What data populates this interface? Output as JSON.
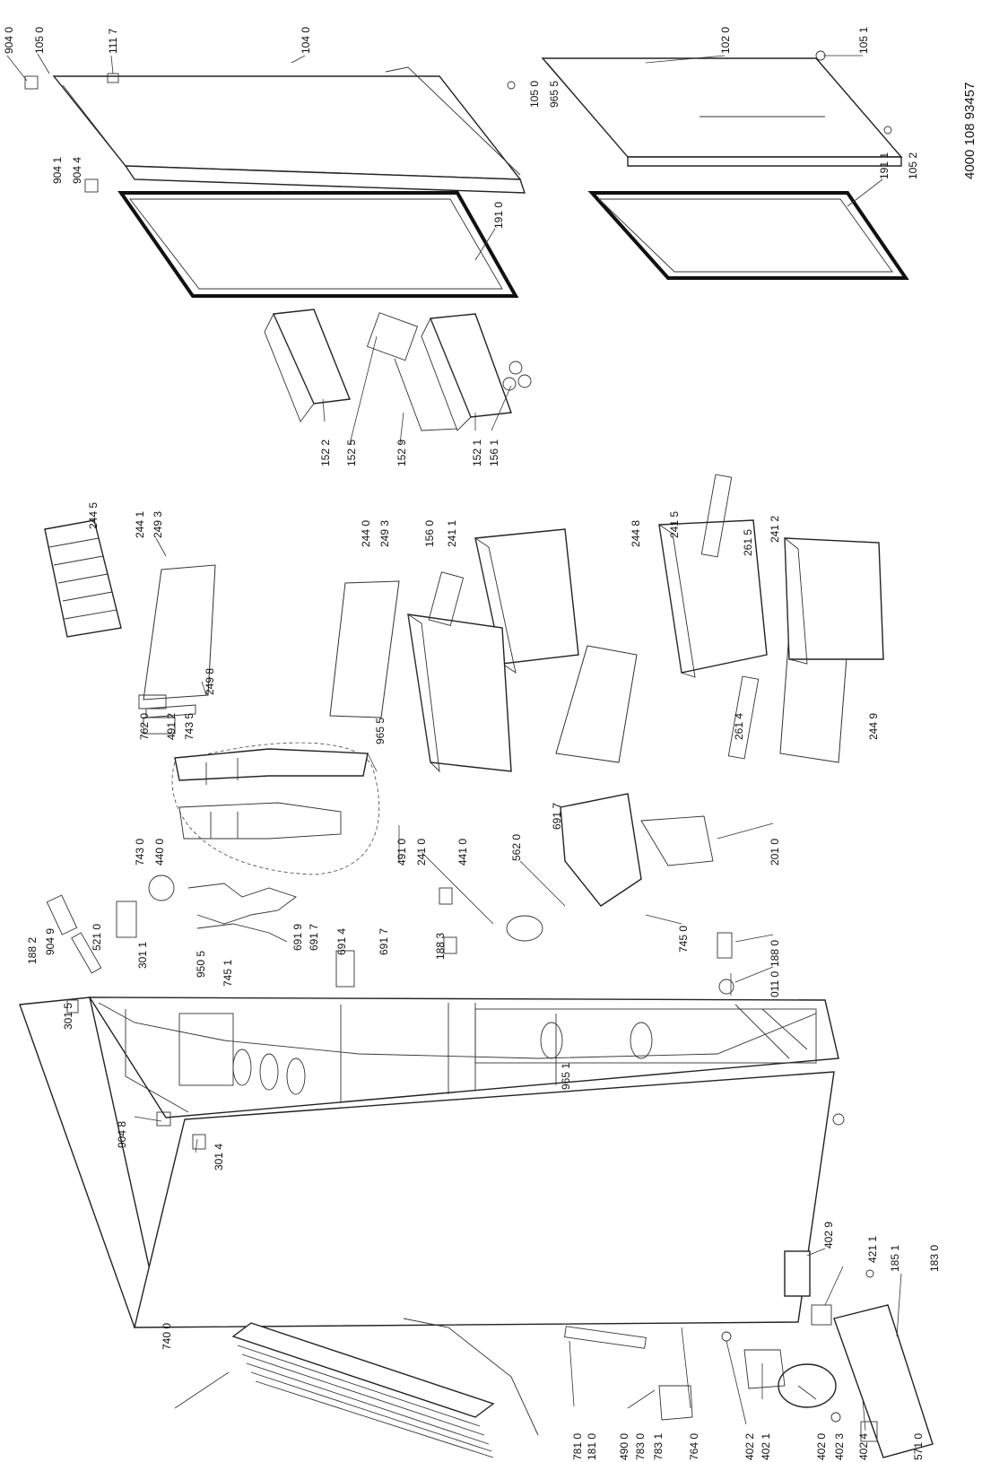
{
  "document_id": "4000 108 93457",
  "labels": {
    "p9040": "904 0",
    "p10500": "105 0",
    "p1117": "111 7",
    "p1040": "104 0",
    "p1020": "102 0",
    "p1051": "105 1",
    "p10501": "105 0",
    "p9655a": "965 5",
    "p1911": "191 1",
    "p1052": "105 2",
    "p9041": "904 1",
    "p9044": "904 4",
    "p1910": "191 0",
    "p1522": "152 2",
    "p1525": "152 5",
    "p1529": "152 9",
    "p1521": "152 1",
    "p1561": "156 1",
    "p2445": "244 5",
    "p2441": "244 1",
    "p2493a": "249 3",
    "p2440": "244 0",
    "p2493b": "249 3",
    "p1560": "156 0",
    "p2411": "241 1",
    "p2448": "244 8",
    "p2415": "241 5",
    "p2615": "261 5",
    "p2412": "241 2",
    "p2498": "249 8",
    "p7620": "762 0",
    "p4912": "491 2",
    "p7435": "743 5",
    "p9655b": "965 5",
    "p2614": "261 4",
    "p2449": "244 9",
    "p7430": "743 0",
    "p4400": "440 0",
    "p4910": "491 0",
    "p2410": "241 0",
    "p4410": "441 0",
    "p5620": "562 0",
    "p6917a": "691 7",
    "p2010": "201 0",
    "p1882": "188 2",
    "p9049": "904 9",
    "p5210": "521 0",
    "p3011": "301 1",
    "p6919": "691 9",
    "p6917b": "691 7",
    "p6914": "691 4",
    "p6917c": "691 7",
    "p9505": "950 5",
    "p7451": "745 1",
    "p1883": "188 3",
    "p7450": "745 0",
    "p1880": "188 0",
    "p0110": "011 0",
    "p3015": "301 5",
    "p9651": "965 1",
    "p9048": "904 8",
    "p3014": "301 4",
    "p4029": "402 9",
    "p4211": "421 1",
    "p1851": "185 1",
    "p1830": "183 0",
    "p7400": "740 0",
    "p7810": "781 0",
    "p1810": "181 0",
    "p4900": "490 0",
    "p7830": "783 0",
    "p7831": "783 1",
    "p7640": "764 0",
    "p4022": "402 2",
    "p4021": "402 1",
    "p4020": "402 0",
    "p4023": "402 3",
    "p4024": "402 4",
    "p5710": "571 0"
  }
}
